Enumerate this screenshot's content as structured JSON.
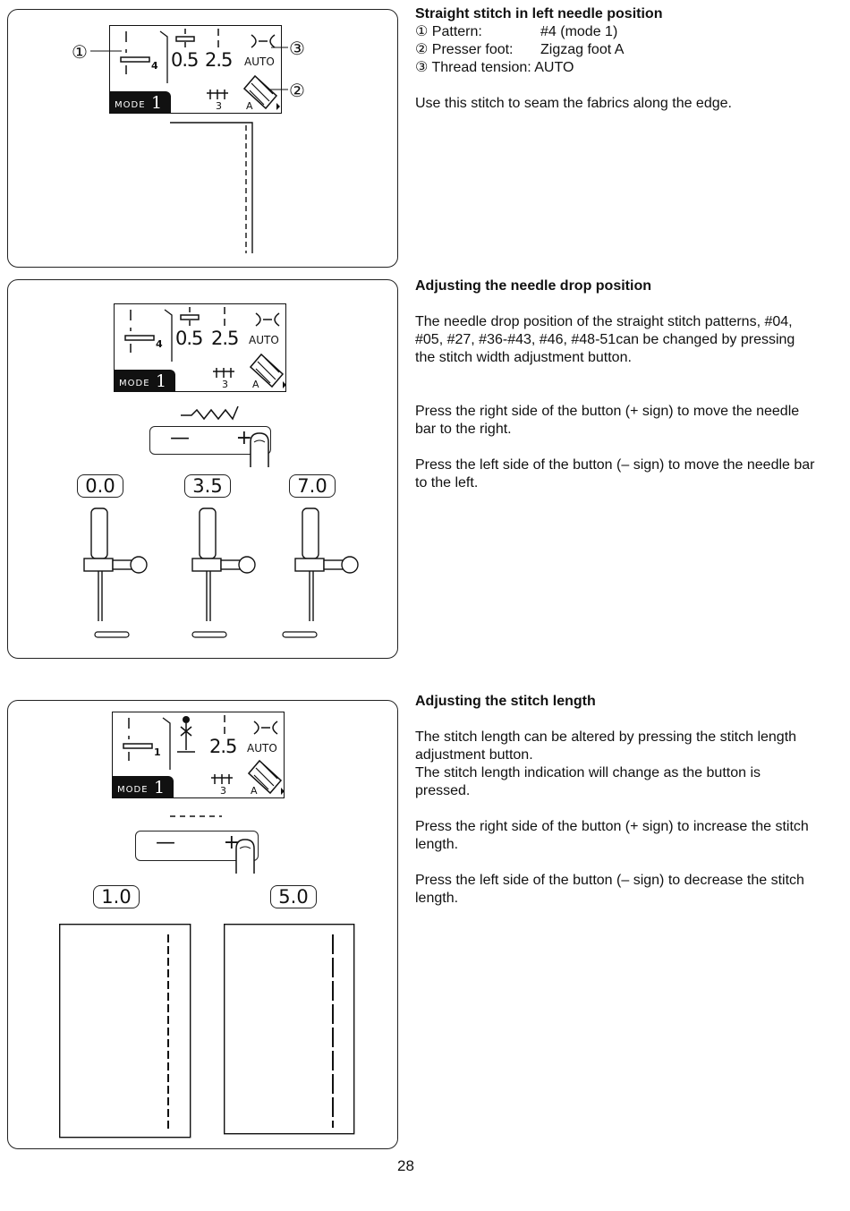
{
  "section1": {
    "title": "Straight stitch in left needle position",
    "items": [
      {
        "num": "①",
        "label": "Pattern:",
        "value": "#4 (mode 1)"
      },
      {
        "num": "②",
        "label": "Presser foot:",
        "value": "Zigzag foot A"
      },
      {
        "num": "③",
        "label": "Thread tension:",
        "value": "AUTO"
      }
    ],
    "body": "Use this stitch to seam the fabrics along the edge.",
    "callouts": [
      "①",
      "②",
      "③"
    ],
    "lcd": {
      "pattern_no": "4",
      "width": "0.5",
      "length": "2.5",
      "tension": "AUTO",
      "mode_word": "MODE",
      "mode_no": "1",
      "feed": "3",
      "foot": "A"
    }
  },
  "section2": {
    "title": "Adjusting the needle drop position",
    "para1": "The needle drop position of the straight stitch patterns, #04, #05, #27, #36-#43, #46, #48-51can be changed by pressing the stitch width adjustment button.",
    "para2": "Press the right side of the button (+ sign) to move the needle bar to the right.",
    "para3": "Press the left side of the button (– sign) to move the needle bar to the left.",
    "lcd": {
      "pattern_no": "4",
      "width": "0.5",
      "length": "2.5",
      "tension": "AUTO",
      "mode_word": "MODE",
      "mode_no": "1",
      "feed": "3",
      "foot": "A"
    },
    "button": {
      "minus": "—",
      "plus": "+"
    },
    "positions": [
      "0.0",
      "3.5",
      "7.0"
    ]
  },
  "section3": {
    "title": "Adjusting the stitch length",
    "para1": "The stitch length can be altered by pressing the stitch length adjustment button.",
    "para1b": "The stitch length indication will change as the button is pressed.",
    "para2": "Press the right side of the button (+ sign) to increase the stitch length.",
    "para3": "Press the left side of the button (– sign) to decrease the stitch length.",
    "lcd": {
      "pattern_no": "1",
      "length": "2.5",
      "tension": "AUTO",
      "mode_word": "MODE",
      "mode_no": "1",
      "feed": "3",
      "foot": "A"
    },
    "button": {
      "minus": "—",
      "plus": "+"
    },
    "lengths": [
      "1.0",
      "5.0"
    ]
  },
  "page_number": "28"
}
